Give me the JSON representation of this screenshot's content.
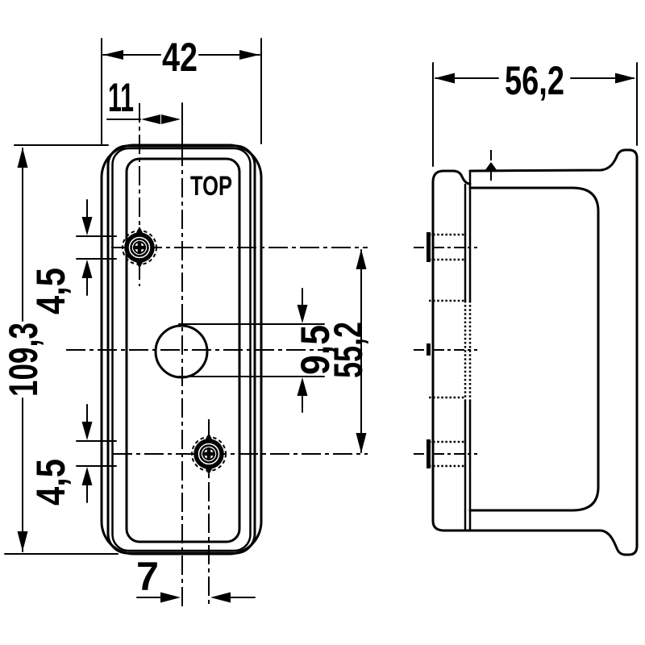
{
  "drawing": {
    "type": "engineering-dimension-drawing",
    "colors": {
      "line": "#000000",
      "background": "#ffffff"
    },
    "front_view": {
      "marking": "TOP",
      "dim_body_width": "42",
      "dim_top_screw_offset": "11",
      "dim_body_height": "109,3",
      "dim_top_hole_height": "4,5",
      "dim_bottom_hole_height": "4,5",
      "dim_center_hole": "9,5",
      "dim_screw_spacing": "55,2",
      "dim_bottom_screw_offset": "7"
    },
    "side_view": {
      "dim_body_depth": "56,2"
    }
  }
}
